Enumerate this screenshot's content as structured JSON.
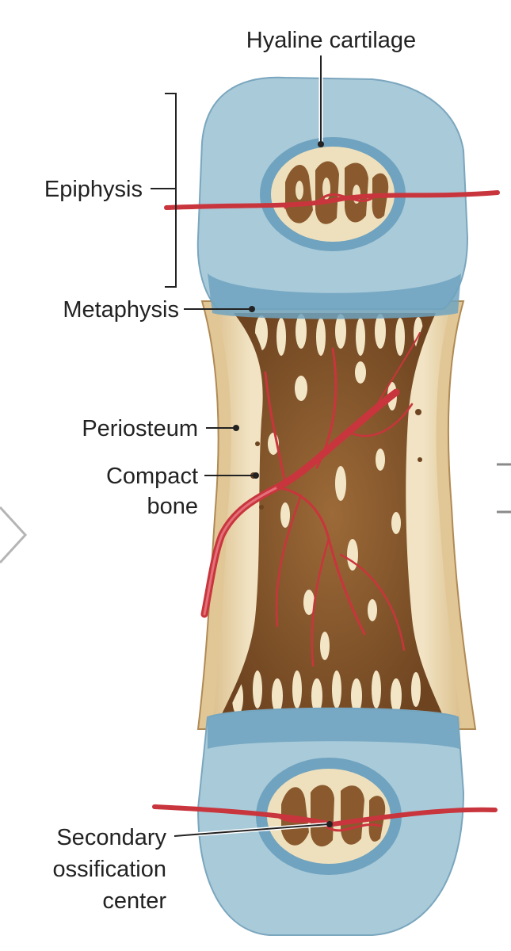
{
  "labels": {
    "hyaline_cartilage": "Hyaline cartilage",
    "epiphysis": "Epiphysis",
    "metaphysis": "Metaphysis",
    "periosteum": "Periosteum",
    "compact_bone_line1": "Compact",
    "compact_bone_line2": "bone",
    "secondary_line1": "Secondary",
    "secondary_line2": "ossification",
    "secondary_line3": "center"
  },
  "colors": {
    "cartilage": "#a9cad9",
    "cartilage_dark": "#6fa3bf",
    "periosteum": "#e7cfa2",
    "compact_bone": "#efe0bd",
    "spongy_bone": "#8a5a2e",
    "spongy_highlight": "#b8864f",
    "blood_vessel": "#c9353c"
  }
}
